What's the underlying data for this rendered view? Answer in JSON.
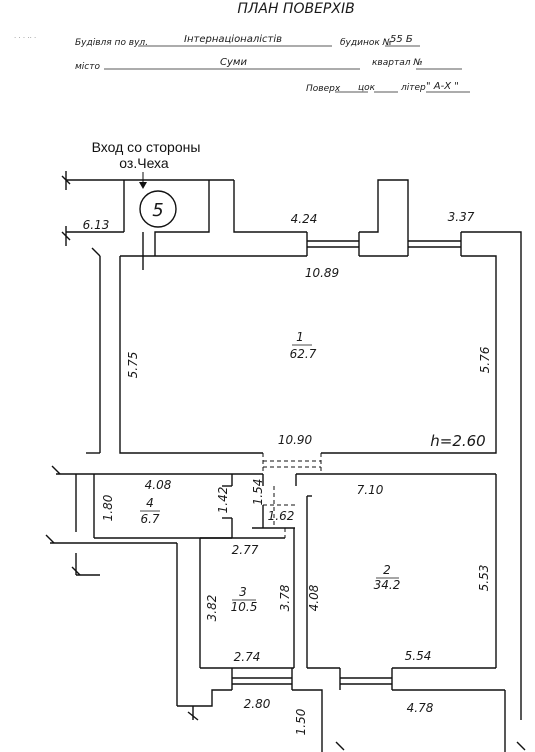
{
  "header": {
    "title": "ПЛАН ПОВЕРХІВ",
    "building_prefix": "Будівля по вул.",
    "street": "Інтернаціоналістів",
    "house_prefix": "будинок №",
    "house_number": "55 Б",
    "city_prefix": "місто",
    "city": "Суми",
    "quarter_prefix": "квартал №",
    "floor_prefix": "Поверх",
    "floor_suffix": "цок",
    "letter_prefix": "літер",
    "letter_value": "\" А-Х \""
  },
  "entrance": {
    "line1": "Вход со стороны",
    "line2": "оз.Чеха",
    "axis_mark": "5"
  },
  "dimensions": {
    "d_6_13": "6.13",
    "d_4_24": "4.24",
    "d_3_37": "3.37",
    "d_10_89": "10.89",
    "d_5_75": "5.75",
    "d_5_76": "5.76",
    "d_10_90": "10.90",
    "height": "h=2.60",
    "d_4_08_top": "4.08",
    "d_1_80": "1.80",
    "d_1_42": "1.42",
    "d_1_54": "1.54",
    "d_1_62": "1.62",
    "d_7_10": "7.10",
    "d_2_77": "2.77",
    "d_3_82": "3.82",
    "d_3_78": "3.78",
    "d_4_08_side": "4.08",
    "d_5_53": "5.53",
    "d_2_74": "2.74",
    "d_5_54": "5.54",
    "d_2_80": "2.80",
    "d_1_50": "1.50",
    "d_4_78": "4.78"
  },
  "rooms": [
    {
      "number": "1",
      "area": "62.7"
    },
    {
      "number": "2",
      "area": "34.2"
    },
    {
      "number": "3",
      "area": "10.5"
    },
    {
      "number": "4",
      "area": "6.7"
    }
  ]
}
